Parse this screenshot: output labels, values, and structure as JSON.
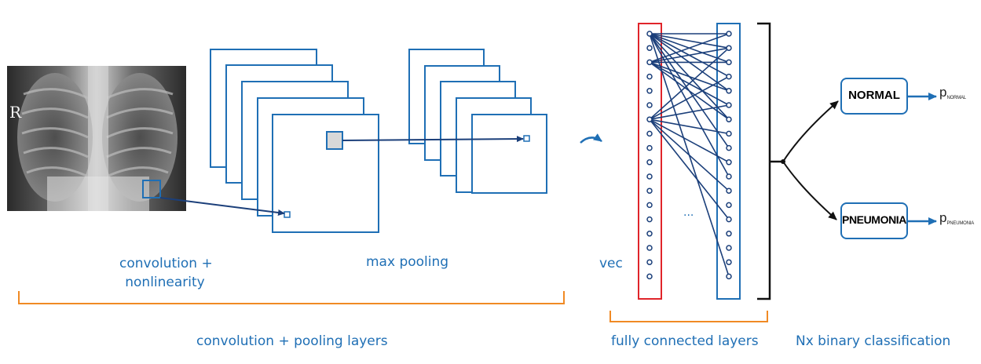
{
  "labels": {
    "conv_nonlin_1": "convolution +",
    "conv_nonlin_2": "nonlinearity",
    "max_pooling": "max pooling",
    "conv_pool_layers": "convolution + pooling layers",
    "vec": "vec",
    "fully_connected": "fully connected layers",
    "binary_classification": "Nx binary classification",
    "ellipsis": "...",
    "xray_marker": "R"
  },
  "outputs": {
    "normal_label": "NORMAL",
    "pneumonia_label": "PNEUMONIA",
    "p_normal_base": "p",
    "p_normal_sub": "NORMAL",
    "p_pneumonia_base": "p",
    "p_pneumonia_sub": "PNEUMONIA"
  },
  "colors": {
    "blue": "#1f6fb5",
    "dark_blue": "#1b3f7a",
    "orange": "#f08a24",
    "red": "#e0242a",
    "black": "#111111"
  }
}
